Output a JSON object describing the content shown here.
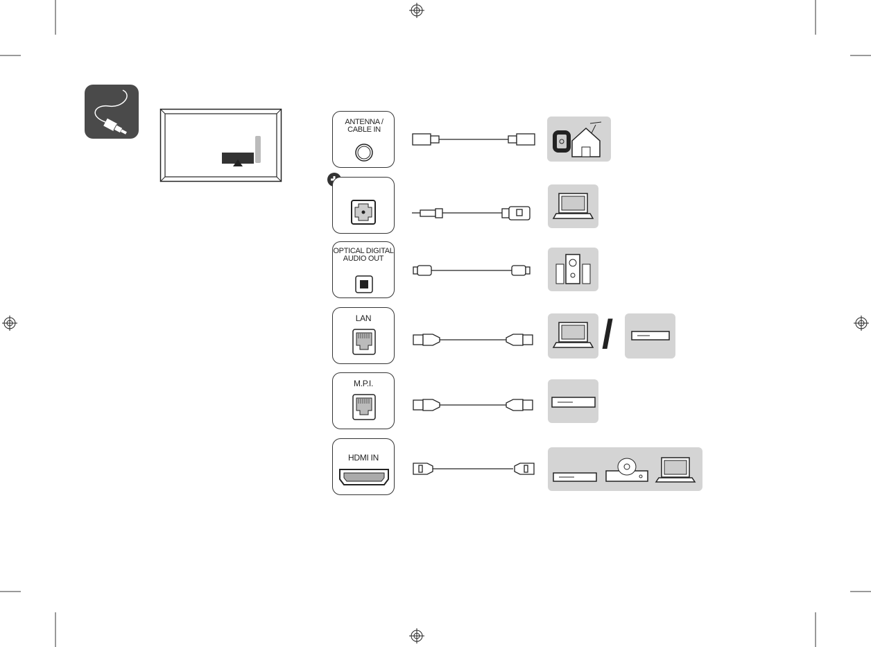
{
  "ports": [
    {
      "name": "antenna",
      "label": "ANTENNA / CABLE IN"
    },
    {
      "name": "audio-usb",
      "label": ""
    },
    {
      "name": "optical",
      "label": "OPTICAL DIGITAL AUDIO OUT"
    },
    {
      "name": "lan",
      "label": "LAN"
    },
    {
      "name": "mpi",
      "label": "M.P.I."
    },
    {
      "name": "hdmi",
      "label": "HDMI IN"
    }
  ],
  "separator": "/",
  "colors": {
    "icon_bg": "#4a4a4a",
    "device_bg": "#d4d4d4",
    "line": "#222222"
  }
}
